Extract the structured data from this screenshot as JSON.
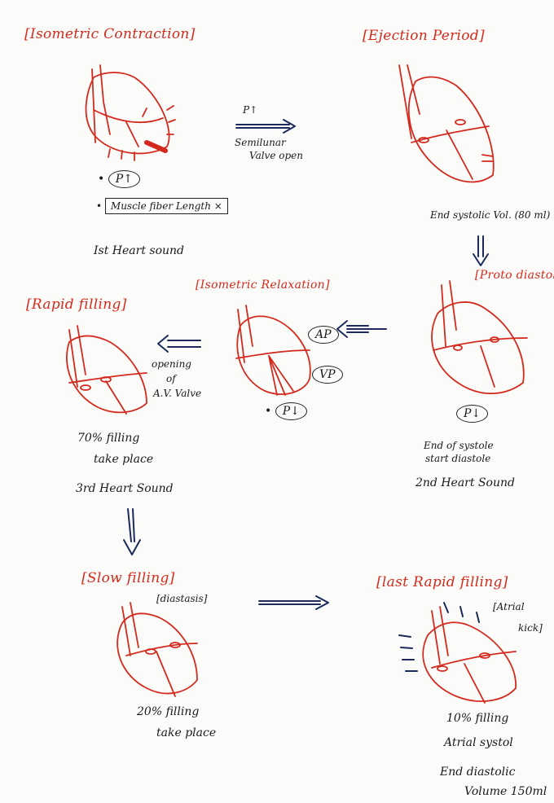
{
  "panels": {
    "isometric_contraction": {
      "title": "[Isometric Contraction]",
      "bullets": [
        "P↑",
        "Muscle fiber Length ×",
        "Ist Heart sound"
      ]
    },
    "ejection_period": {
      "title": "[Ejection Period]",
      "note": "End systolic Vol. (80 ml)"
    },
    "arrow_top": {
      "label_p": "P↑",
      "label_line1": "Semilunar",
      "label_line2": "Valve open"
    },
    "proto_diastole": {
      "title": "[Proto diastole",
      "pressure": "P↓",
      "note_line1": "End of systole",
      "note_line2": "start diastole",
      "sound": "2nd Heart Sound"
    },
    "isometric_relaxation": {
      "title": "[Isometric Relaxation]",
      "ap": "AP",
      "vp": "VP",
      "pressure": "P↓"
    },
    "rapid_filling": {
      "title": "[Rapid filling]",
      "arrow_line1": "opening",
      "arrow_line2": "of",
      "arrow_line3": "A.V. Valve",
      "bullet1_line1": "70% filling",
      "bullet1_line2": "take place",
      "bullet2": "3rd Heart Sound"
    },
    "slow_filling": {
      "title": "[Slow filling]",
      "subtitle": "[diastasis]",
      "bullet_line1": "20% filling",
      "bullet_line2": "take place"
    },
    "last_rapid_filling": {
      "title": "[last Rapid filling]",
      "subtitle_line1": "[Atrial",
      "subtitle_line2": "kick]",
      "bullet1": "10% filling",
      "bullet2": "Atrial systol",
      "bullet3_line1": "End diastolic",
      "bullet3_line2": "Volume 150ml"
    }
  }
}
